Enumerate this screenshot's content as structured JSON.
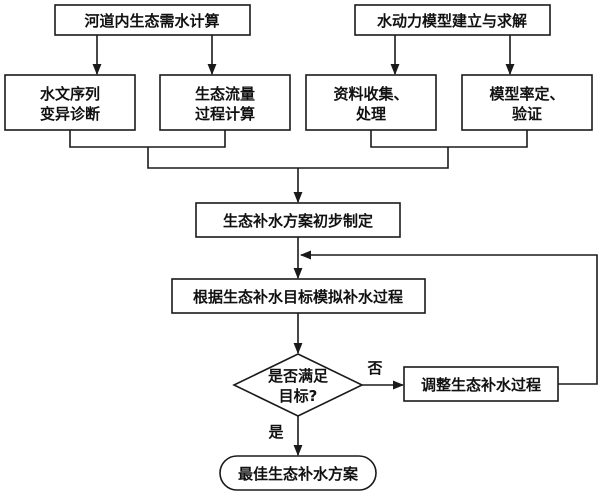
{
  "title_left": "河道内生态需水计算",
  "title_right": "水动力模型建立与求解",
  "hydro_line1": "水文序列",
  "hydro_line2": "变异诊断",
  "eco_line1": "生态流量",
  "eco_line2": "过程计算",
  "data_line1": "资料收集、",
  "data_line2": "处理",
  "model_line1": "模型率定、",
  "model_line2": "验证",
  "prelim": "生态补水方案初步制定",
  "simulate": "根据生态补水目标模拟补水过程",
  "decision_line1": "是否满足",
  "decision_line2": "目标?",
  "no_label": "否",
  "yes_label": "是",
  "adjust": "调整生态补水过程",
  "final": "最佳生态补水方案"
}
